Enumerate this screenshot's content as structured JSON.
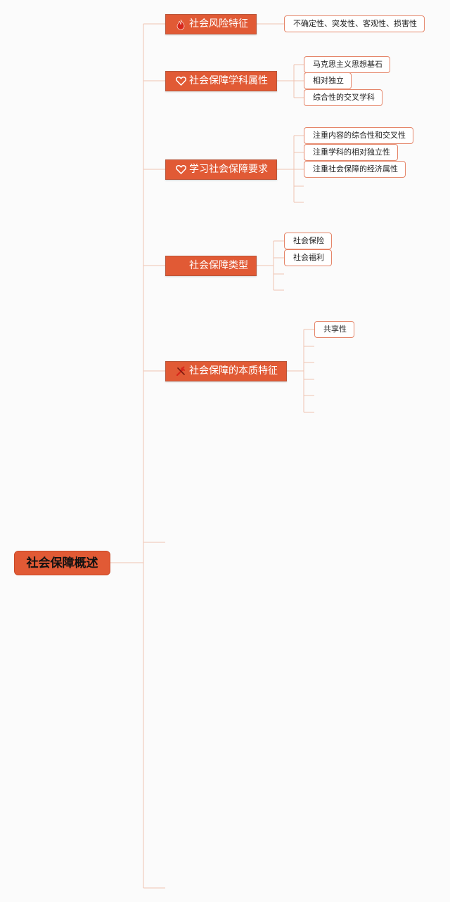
{
  "root": {
    "label": "社会保障概述"
  },
  "branches": [
    {
      "label": "社会风险特征",
      "icon": "fire-icon",
      "children": [
        "不确定性、突发性、客观性、损害性"
      ]
    },
    {
      "label": "社会保障学科属性",
      "icon": "heart-icon",
      "children": [
        "马克思主义思想基石",
        "相对独立",
        "综合性的交叉学科"
      ]
    },
    {
      "label": "学习社会保障要求",
      "icon": "heart-icon",
      "children": [
        "注重内容的综合性和交叉性",
        "注重学科的相对独立性",
        "注重社会保障的经济属性"
      ]
    },
    {
      "label": "社会保障类型",
      "icon": "",
      "children": [
        "社会保险",
        "社会福利"
      ]
    },
    {
      "label": "社会保障的本质特征",
      "icon": "tools-icon",
      "children": [
        "共享性"
      ]
    }
  ],
  "colors": {
    "accent": "#e15a35",
    "leaf_border": "#e5866a",
    "connector": "#efc3b0"
  }
}
